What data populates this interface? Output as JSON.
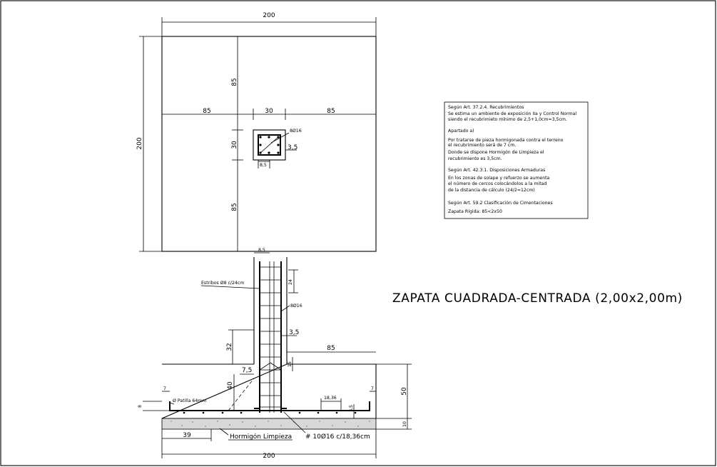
{
  "drawing": {
    "title": "ZAPATA CUADRADA-CENTRADA (2,00x2,00m)"
  },
  "plan": {
    "dim_total_top": "200",
    "dim_total_left": "200",
    "dim_left": "85",
    "dim_col": "30",
    "dim_right": "85",
    "dim_top": "85",
    "dim_col_v": "30",
    "dim_bottom": "85",
    "bar_label": "8Ø16",
    "cover": "3,5",
    "cover_bottom": "8,5"
  },
  "section": {
    "dim_col_top": "8,5",
    "stirrup_label": "Estribos Ø8 c/24cm",
    "dim_stirrup_spacing": "24",
    "bar_label": "8Ø16",
    "dim_cover": "3,5",
    "dim_anchor": "32",
    "dim_85": "85",
    "dim_15": "15",
    "dim_75": "7,5",
    "dim_40": "40",
    "dim_7_left": "7",
    "dim_7_right": "7",
    "dim_8": "8",
    "tie_label": "Ø Patilla 64mm",
    "dim_1836": "18,36",
    "dim_35": "3,5",
    "dim_50": "50",
    "dim_10": "10",
    "dim_39": "39",
    "concrete_label": "Hormigón Limpieza",
    "bars_label": "# 10Ø16 c/18,36cm",
    "dim_total_bottom": "200"
  },
  "notes": [
    "Según Art. 37.2.4. Recubrimientos",
    "Se estima un ambiente de exposición IIa y Control Normal",
    "siendo el recubrimieto mínimo de 2,5+1,0cm=3,5cm.",
    "Apartado a)",
    "Por tratarse de pieza hormigonada contra el terreno",
    "el recubrimiento será de 7 cm.",
    "Donde se dispone Hormigón de Limpieza el",
    "recubrimiento es 3,5cm.",
    "Según Art. 42.3.1. Disposiciones Armaduras",
    "En los zonas de solape y refuerzo se aumenta",
    "el número de cercos colocándolos a la mitad",
    "de la distancia de cálculo (24/2=12cm)",
    "Según Art. 59.2 Clasificación de Cimentaciones",
    "Zapata Rígida: 85<2x50"
  ]
}
